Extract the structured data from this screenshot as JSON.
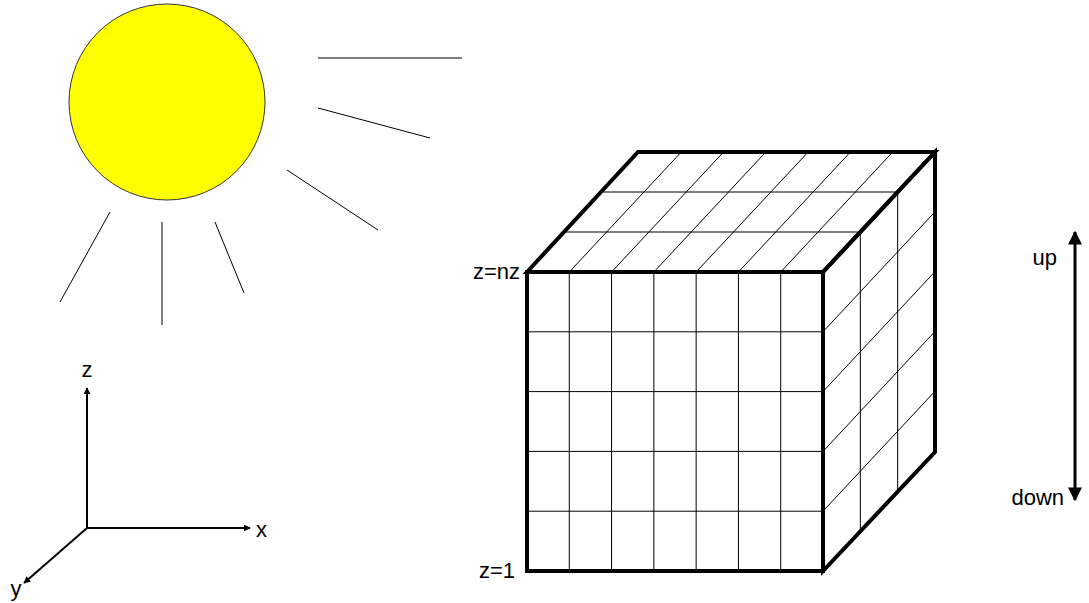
{
  "diagram": {
    "labels": [
      "z=nz",
      "up",
      "z",
      "down",
      "z=1",
      "x",
      "y"
    ]
  }
}
